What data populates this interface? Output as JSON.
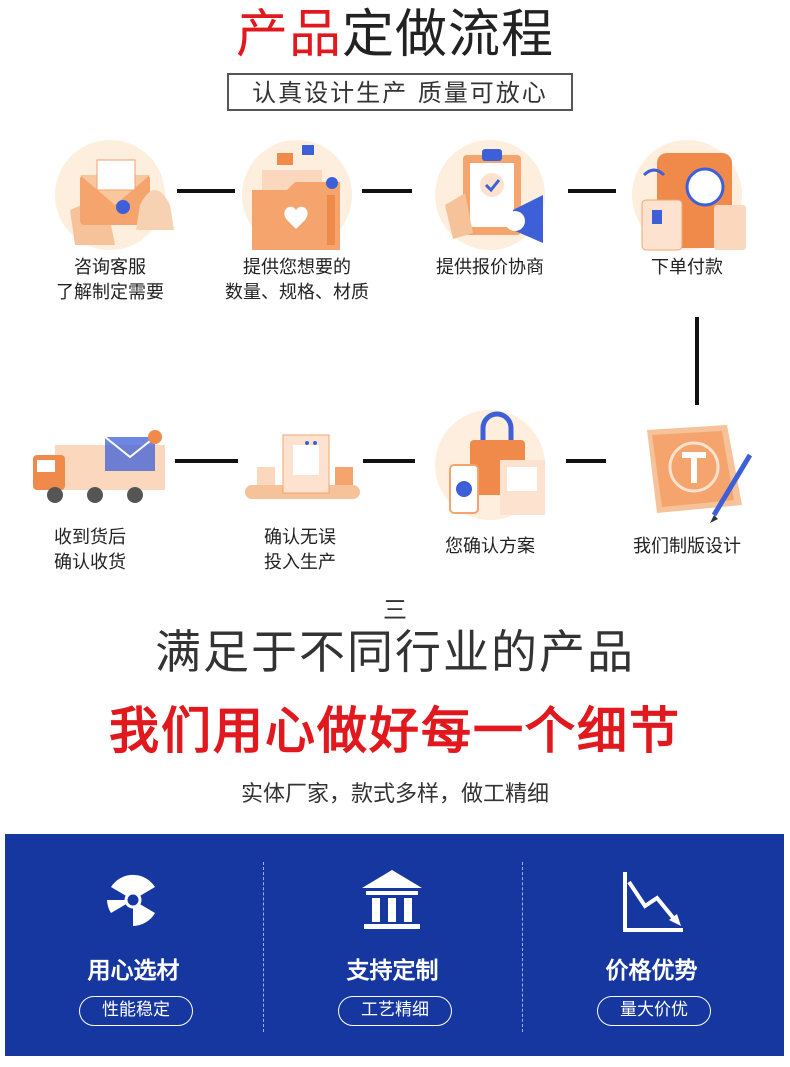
{
  "header": {
    "title_red": "产品",
    "title_rest": "定做流程",
    "subtitle": "认真设计生产 质量可放心"
  },
  "steps": [
    {
      "label": "咨询客服\n了解制定需要",
      "icon": "envelope-bell-icon"
    },
    {
      "label": "提供您想要的\n数量、规格、材质",
      "icon": "folder-heart-icon"
    },
    {
      "label": "提供报价协商",
      "icon": "clipboard-megaphone-icon"
    },
    {
      "label": "下单付款",
      "icon": "card-payment-icon"
    },
    {
      "label": "我们制版设计",
      "icon": "blueprint-pen-icon"
    },
    {
      "label": "您确认方案",
      "icon": "shopping-bag-icon"
    },
    {
      "label": "确认无误\n投入生产",
      "icon": "production-line-icon"
    },
    {
      "label": "收到货后\n确认收货",
      "icon": "delivery-truck-icon"
    }
  ],
  "section": {
    "glyph": "三",
    "headline": "满足于不同行业的产品",
    "headline_red": "我们用心做好每一个细节",
    "tagline": "实体厂家，款式多样，做工精细"
  },
  "features": [
    {
      "title": "用心选材",
      "badge": "性能稳定",
      "icon": "radiation-icon"
    },
    {
      "title": "支持定制",
      "badge": "工艺精细",
      "icon": "building-icon"
    },
    {
      "title": "价格优势",
      "badge": "量大价优",
      "icon": "trend-down-icon"
    }
  ],
  "colors": {
    "accent_red": "#e1191f",
    "panel_blue": "#1737a0",
    "icon_orange": "#f08a4b"
  }
}
